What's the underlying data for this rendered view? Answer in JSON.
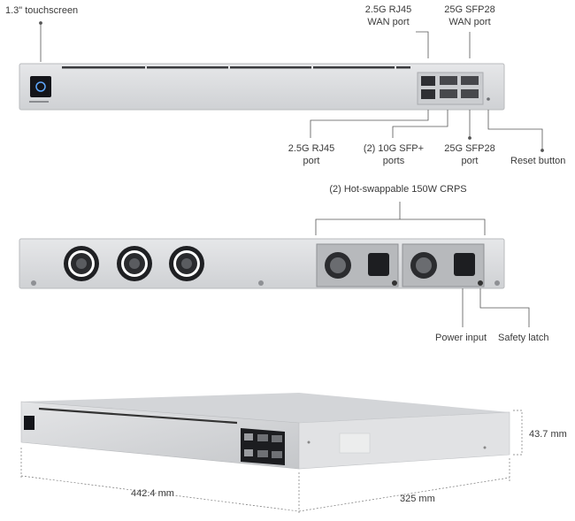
{
  "front": {
    "touchscreen_label": "1.3\" touchscreen",
    "wan_rj45_line1": "2.5G RJ45",
    "wan_rj45_line2": "WAN port",
    "wan_sfp28_line1": "25G SFP28",
    "wan_sfp28_line2": "WAN port",
    "rj45_line1": "2.5G RJ45",
    "rj45_line2": "port",
    "sfpplus_line1": "(2) 10G SFP+",
    "sfpplus_line2": "ports",
    "sfp28_line1": "25G SFP28",
    "sfp28_line2": "port",
    "reset_label": "Reset button"
  },
  "rear": {
    "psu_label": "(2) Hot-swappable 150W CRPS",
    "power_input_label": "Power input",
    "safety_latch_label": "Safety latch"
  },
  "dimensions": {
    "height": "43.7 mm",
    "width": "442.4 mm",
    "depth": "325 mm"
  },
  "colors": {
    "chassis": "#d9dadc",
    "chassis_edge": "#b9bbbe",
    "vent": "#3a3b3e",
    "leader": "#555555"
  }
}
